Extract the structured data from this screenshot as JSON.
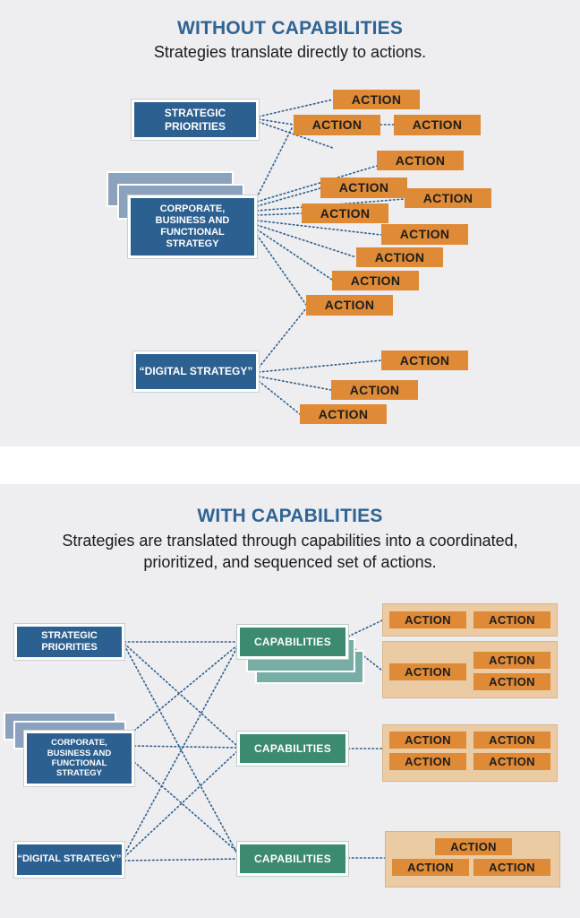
{
  "top": {
    "title": "WITHOUT CAPABILITIES",
    "subtitle": "Strategies translate directly to actions.",
    "strategic_priorities": "STRATEGIC PRIORITIES",
    "corporate_strategy": "CORPORATE, BUSINESS AND FUNCTIONAL STRATEGY",
    "digital_strategy": "“DIGITAL STRATEGY”",
    "action_label": "ACTION"
  },
  "bottom": {
    "title": "WITH CAPABILITIES",
    "subtitle_line1": "Strategies are translated through capabilities into a coordinated,",
    "subtitle_line2": "prioritized, and sequenced set of actions.",
    "strategic_priorities": "STRATEGIC PRIORITIES",
    "corporate_strategy": "CORPORATE, BUSINESS AND FUNCTIONAL STRATEGY",
    "digital_strategy": "“DIGITAL STRATEGY”",
    "capabilities_label": "CAPABILITIES",
    "action_label": "ACTION"
  },
  "colors": {
    "heading": "#2f6494",
    "strategy_box": "#2c6090",
    "action_box": "#df8a36",
    "capability_box": "#3c8a6f",
    "action_group_bg": "#ebcba3",
    "connector": "#2c6090"
  }
}
